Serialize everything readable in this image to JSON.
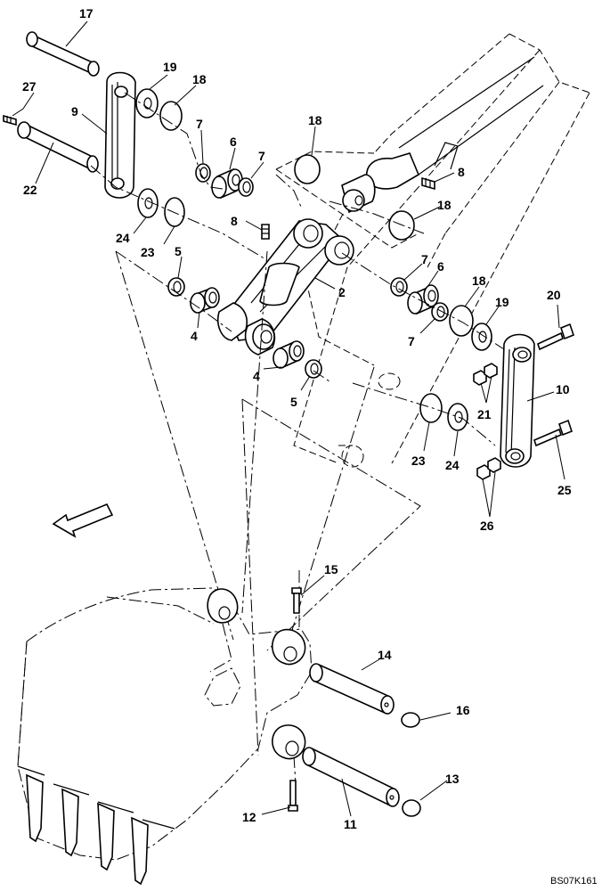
{
  "drawing_code": "BS07K161",
  "callouts": {
    "c17": "17",
    "c27": "27",
    "c9": "9",
    "c22": "22",
    "c19a": "19",
    "c18a": "18",
    "c24a": "24",
    "c23a": "23",
    "c7a": "7",
    "c6a": "6",
    "c7b": "7",
    "c8a": "8",
    "c18b": "18",
    "c8b": "8",
    "c18c": "18",
    "c5a": "5",
    "c4a": "4",
    "c2": "2",
    "c4b": "4",
    "c5b": "5",
    "c7c": "7",
    "c6b": "6",
    "c7d": "7",
    "c18d": "18",
    "c19b": "19",
    "c20": "20",
    "c10": "10",
    "c21": "21",
    "c23b": "23",
    "c24b": "24",
    "c25": "25",
    "c26": "26",
    "c15": "15",
    "c14": "14",
    "c16": "16",
    "c13": "13",
    "c12": "12",
    "c11": "11"
  }
}
